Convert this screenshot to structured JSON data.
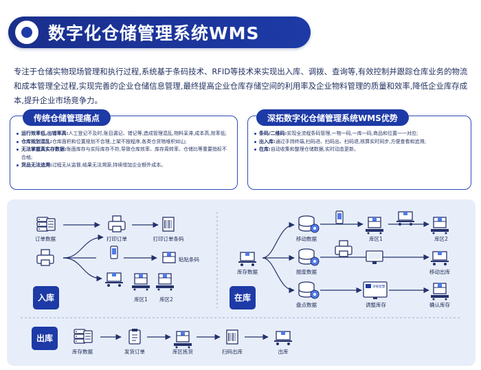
{
  "header": {
    "title": "数字化仓储管理系统WMS"
  },
  "intro": "专注于仓储实物现场管理和执行过程,系统基于条码技术、RFID等技术来实现出入库、调拨、查询等,有效控制并跟踪仓库业务的物流和成本管理全过程,实现完善的企业仓储信息管理,最终提高企业仓库存储空间的利用率及企业物料管理的质量和效率,降低企业库存成本,提升企业市场竞争力。",
  "pain": {
    "title": "传统仓储管理痛点",
    "items": [
      {
        "head": "运行效率低,出错率高:",
        "text": "人工登记不及时,账目漏记、错记等,造成管理混乱,物料呆滞,成本高,效率低;"
      },
      {
        "head": "仓库规划混乱:",
        "text": "仓库面积和位置规划不合理,上架不按程序,各类仓货物堆积如山;"
      },
      {
        "head": "无法掌握真实存数据:",
        "text": "账面库存与实际库存不符,导致仓库效率、库存周转率、仓储比等重要指标不合格;"
      },
      {
        "head": "货品无法追溯:",
        "text": "过程无从监督,结果无法溯源,持续增加企业额外成本。"
      }
    ]
  },
  "adv": {
    "title": "深拓数字化仓储管理系统WMS优势",
    "items": [
      {
        "head": "条码/二维码:",
        "text": "实现全流程条码管理,一物一码,一库一码,商品和位置一一对应;"
      },
      {
        "head": "出入库:",
        "text": "通过手持终端,扫码进、扫码出、扫码退,核算实时同步,方便查看和追溯;"
      },
      {
        "head": "在库:",
        "text": "自动收集和整理仓储数据,实时动态更新。"
      }
    ]
  },
  "flow": {
    "inbound": {
      "tag": "入库",
      "labels": [
        "订单数据",
        "打印订单",
        "打印订单条码",
        "粘贴条码",
        "库区1",
        "库区2"
      ]
    },
    "instock": {
      "tag": "在库",
      "labels": [
        "库存数据",
        "移动数据",
        "库区1",
        "库区2",
        "报废数据",
        "移动出库",
        "盘点数据",
        "调整库存",
        "确认库存"
      ]
    },
    "outbound": {
      "tag": "出库",
      "labels": [
        "库存数据",
        "发货订单",
        "库区拣货",
        "扫码出库",
        "出库"
      ]
    },
    "screen_brand": "深拓智慧"
  },
  "colors": {
    "brand": "#1d3aa6",
    "panel": "#e7eef9",
    "icon": "#24316b",
    "accent": "#4f7be8"
  }
}
